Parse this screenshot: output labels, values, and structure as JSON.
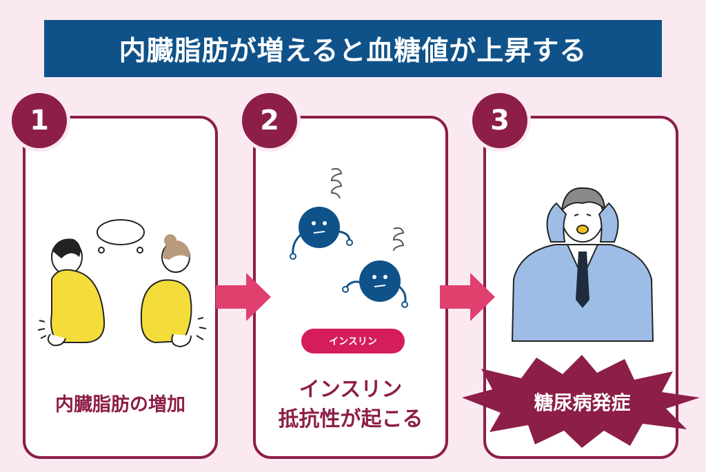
{
  "title": "内臓脂肪が増えると血糖値が上昇する",
  "steps": [
    {
      "number": "1",
      "caption": "内臓脂肪の増加"
    },
    {
      "number": "2",
      "caption_line1": "インスリン",
      "caption_line2": "抵抗性が起こる",
      "badge_label": "インスリン"
    },
    {
      "number": "3",
      "caption": "糖尿病発症"
    }
  ],
  "speech_bubble": "…",
  "colors": {
    "background": "#fbe9f1",
    "title_bar": "#0f5289",
    "panel_border": "#8c1e47",
    "arrow": "#e0406e",
    "insulin": "#0f5289",
    "pill": "#d51d5a"
  }
}
